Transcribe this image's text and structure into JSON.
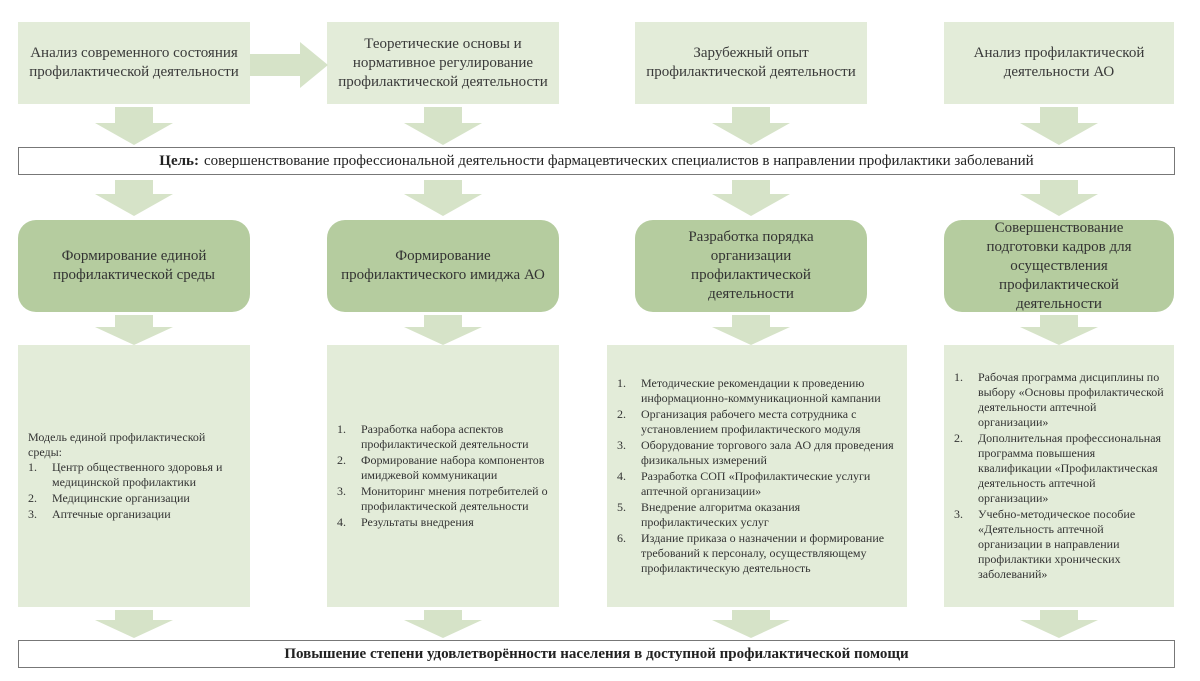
{
  "top_boxes": [
    "Анализ современного состояния профилактической деятельности",
    "Теоретические основы и нормативное регулирование профилактической деятельности",
    "Зарубежный опыт профилактической деятельности",
    "Анализ профилактической деятельности АО"
  ],
  "goal": {
    "label": "Цель:",
    "text": "совершенствование профессиональной деятельности фармацевтических специалистов в направлении профилактики заболеваний"
  },
  "directions": [
    "Формирование единой профилактической среды",
    "Формирование профилактического имиджа АО",
    "Разработка порядка организации профилактической деятельности",
    "Совершенствование подготовки кадров для осуществления профилактической деятельности"
  ],
  "details": [
    {
      "intro": "Модель единой профилактической среды:",
      "items": [
        {
          "n": "1.",
          "t": "Центр общественного здоровья и медицинской профилактики"
        },
        {
          "n": "2.",
          "t": "Медицинские организации"
        },
        {
          "n": "3.",
          "t": "Аптечные организации"
        }
      ]
    },
    {
      "intro": "",
      "items": [
        {
          "n": "1.",
          "t": "Разработка набора аспектов профилактической деятельности"
        },
        {
          "n": "2.",
          "t": "Формирование набора компонентов имиджевой коммуникации"
        },
        {
          "n": "3.",
          "t": "Мониторинг мнения потребителей о профилактической деятельности"
        },
        {
          "n": "4.",
          "t": "Результаты внедрения"
        }
      ]
    },
    {
      "intro": "",
      "items": [
        {
          "n": "1.",
          "t": "Методические рекомендации к проведению информационно-коммуникационной кампании"
        },
        {
          "n": "2.",
          "t": "Организация рабочего места сотрудника с установлением профилактического модуля"
        },
        {
          "n": "3.",
          "t": "Оборудование торгового зала АО для проведения физикальных измерений"
        },
        {
          "n": "4.",
          "t": "Разработка СОП «Профилактические услуги аптечной организации»"
        },
        {
          "n": "5.",
          "t": "Внедрение алгоритма оказания профилактических услуг"
        },
        {
          "n": "6.",
          "t": "Издание приказа о назначении и формирование требований к персоналу, осуществляющему профилактическую деятельность"
        }
      ]
    },
    {
      "intro": "",
      "items": [
        {
          "n": "1.",
          "t": "Рабочая программа дисциплины по выбору «Основы профилактической деятельности аптечной организации»"
        },
        {
          "n": "2.",
          "t": "Дополнительная профессиональная программа повышения квалификации «Профилактическая деятельность аптечной организации»"
        },
        {
          "n": "3.",
          "t": "Учебно-методическое пособие «Деятельность аптечной организации в направлении профилактики хронических заболеваний»"
        }
      ]
    }
  ],
  "result": "Повышение степени удовлетворённости населения в доступной профилактической помощи",
  "colors": {
    "light_box": "#e3ecd9",
    "rounded_box": "#b5cc9f",
    "arrow": "#d6e3c8"
  }
}
